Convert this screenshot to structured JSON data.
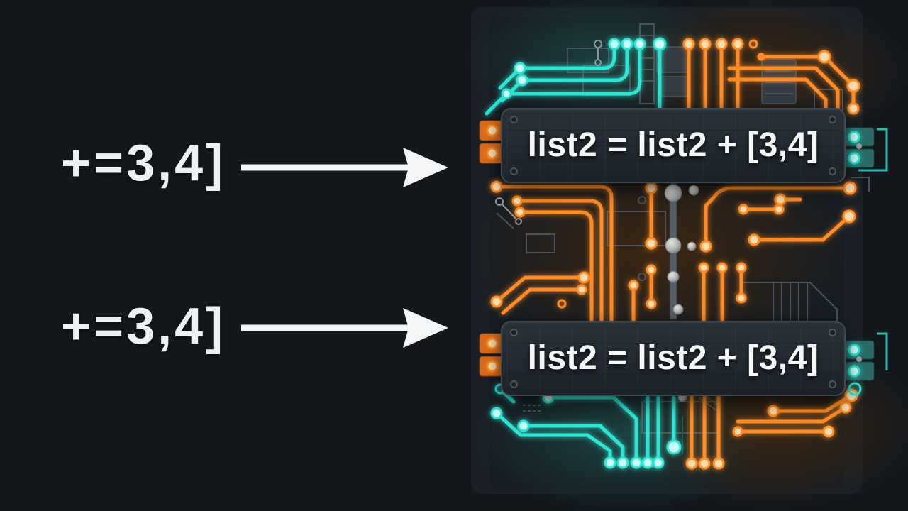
{
  "left": {
    "rows": [
      {
        "label": "+=3,4]"
      },
      {
        "label": "+=3,4]"
      }
    ]
  },
  "panels": [
    {
      "text": "list2 = list2 + [3,4]"
    },
    {
      "text": "list2 = list2 + [3,4]"
    }
  ],
  "colors": {
    "background": "#14181d",
    "teal": "#2fe4d3",
    "orange": "#ff8c26",
    "label_text": "#eef1f3",
    "panel_text": "#f4f6f7",
    "panel_bg": "#252b32",
    "arrow": "#f4f5f6"
  }
}
